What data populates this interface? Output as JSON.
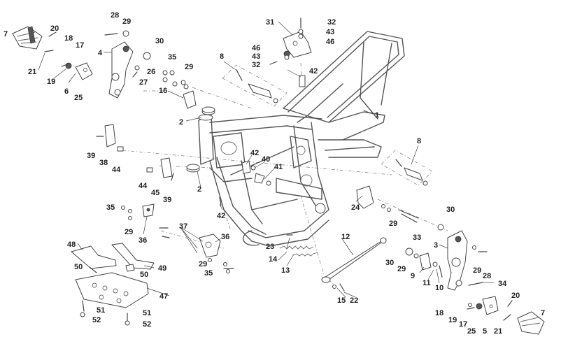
{
  "labels": {
    "p1": "1",
    "p2a": "2",
    "p2b": "2",
    "p3": "3",
    "p4": "4",
    "p5": "5",
    "p6": "6",
    "p7a": "7",
    "p7b": "7",
    "p8a": "8",
    "p8b": "8",
    "p9": "9",
    "p10": "10",
    "p11": "11",
    "p12": "12",
    "p13": "13",
    "p14": "14",
    "p15": "15",
    "p16": "16",
    "p17a": "17",
    "p17b": "17",
    "p18a": "18",
    "p18b": "18",
    "p19a": "19",
    "p19b": "19",
    "p20a": "20",
    "p20b": "20",
    "p21a": "21",
    "p21b": "21",
    "p22": "22",
    "p23": "23",
    "p24": "24",
    "p25a": "25",
    "p25b": "25",
    "p26": "26",
    "p27": "27",
    "p28a": "28",
    "p28b": "28",
    "p29a": "29",
    "p29b": "29",
    "p29c": "29",
    "p29d": "29",
    "p29e": "29",
    "p29f": "29",
    "p29g": "29",
    "p30a": "30",
    "p30b": "30",
    "p30c": "30",
    "p31": "31",
    "p32a": "32",
    "p32b": "32",
    "p33": "33",
    "p34": "34",
    "p35a": "35",
    "p35b": "35",
    "p35c": "35",
    "p36a": "36",
    "p36b": "36",
    "p37": "37",
    "p38": "38",
    "p39a": "39",
    "p39b": "39",
    "p40": "40",
    "p41": "41",
    "p42a": "42",
    "p42b": "42",
    "p42c": "42",
    "p43a": "43",
    "p43b": "43",
    "p44a": "44",
    "p44b": "44",
    "p45": "45",
    "p46a": "46",
    "p46b": "46",
    "p47": "47",
    "p48": "48",
    "p49": "49",
    "p50a": "50",
    "p50b": "50",
    "p51a": "51",
    "p51b": "51",
    "p52a": "52",
    "p52b": "52"
  }
}
